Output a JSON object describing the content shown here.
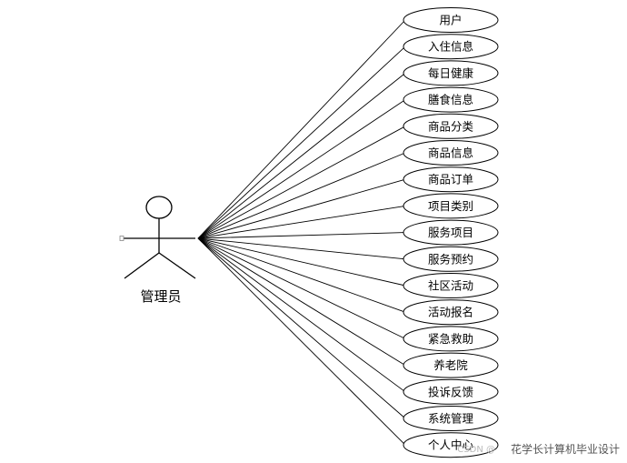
{
  "actor": {
    "label": "管理员"
  },
  "use_cases": [
    {
      "label": "用户"
    },
    {
      "label": "入住信息"
    },
    {
      "label": "每日健康"
    },
    {
      "label": "膳食信息"
    },
    {
      "label": "商品分类"
    },
    {
      "label": "商品信息"
    },
    {
      "label": "商品订单"
    },
    {
      "label": "项目类别"
    },
    {
      "label": "服务项目"
    },
    {
      "label": "服务预约"
    },
    {
      "label": "社区活动"
    },
    {
      "label": "活动报名"
    },
    {
      "label": "紧急救助"
    },
    {
      "label": "养老院"
    },
    {
      "label": "投诉反馈"
    },
    {
      "label": "系统管理"
    },
    {
      "label": "个人中心"
    }
  ],
  "watermark": {
    "text": "花学长计算机毕业设计",
    "logo": "CSDN @"
  },
  "colors": {
    "stroke": "#000000",
    "ellipse_fill": "#ffffff"
  }
}
